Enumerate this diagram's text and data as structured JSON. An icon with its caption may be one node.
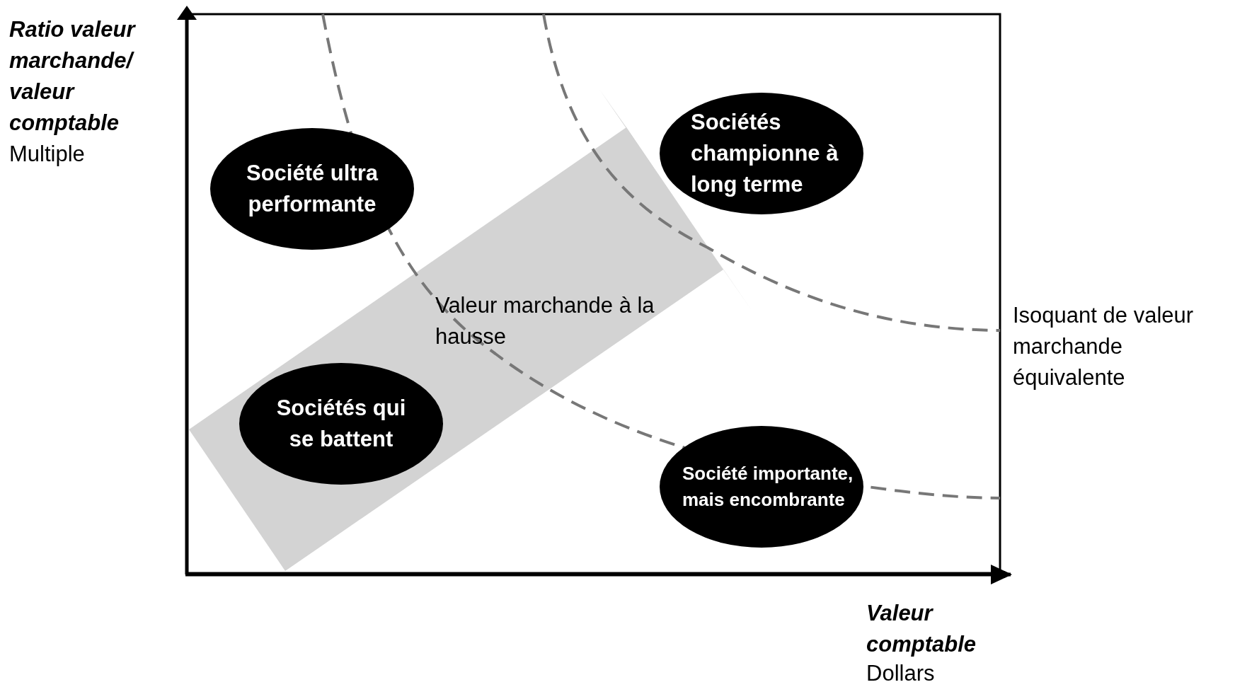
{
  "diagram": {
    "nodes": [
      {
        "text": [
          "Société ultra performante"
        ]
      },
      {
        "text": [
          "Sociétés championne à long terme"
        ]
      },
      {
        "text": [
          "Sociétés qui se battent"
        ]
      },
      {
        "text": [
          "Société importante, mais encombrante"
        ]
      }
    ],
    "labels": [
      "Ratio valeur marchande/ valeur comptable",
      "Multiple",
      "Valeur marchande à la hausse",
      "Isoquant de valeur marchande équivalente",
      "Valeur comptable",
      "Dollars"
    ]
  }
}
